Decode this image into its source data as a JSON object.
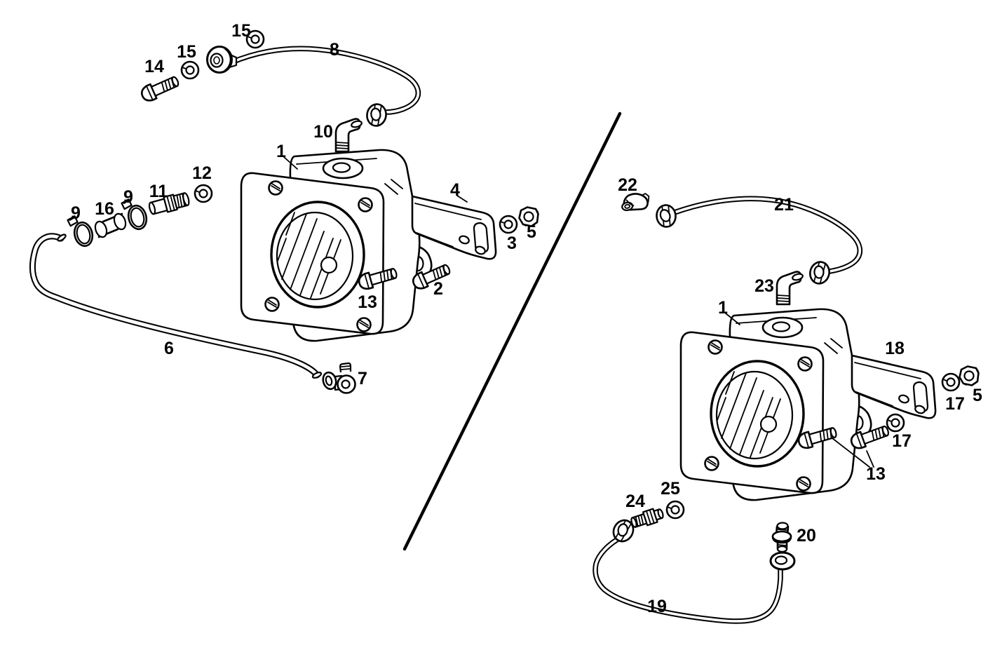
{
  "diagram": {
    "kind": "exploded-parts-diagram",
    "subject": "pump assembly with connecting pipes, fittings, washers and bolts",
    "background_color": "#ffffff",
    "line_color": "#000000",
    "views": [
      "left-assembly",
      "right-assembly"
    ],
    "divider": "diagonal-line"
  },
  "callouts": [
    {
      "label": "15",
      "assembly": "left"
    },
    {
      "label": "15",
      "assembly": "left"
    },
    {
      "label": "14",
      "assembly": "left"
    },
    {
      "label": "8",
      "assembly": "left"
    },
    {
      "label": "10",
      "assembly": "left"
    },
    {
      "label": "1",
      "assembly": "left"
    },
    {
      "label": "12",
      "assembly": "left"
    },
    {
      "label": "11",
      "assembly": "left"
    },
    {
      "label": "9",
      "assembly": "left"
    },
    {
      "label": "16",
      "assembly": "left"
    },
    {
      "label": "9",
      "assembly": "left"
    },
    {
      "label": "4",
      "assembly": "left"
    },
    {
      "label": "3",
      "assembly": "left"
    },
    {
      "label": "5",
      "assembly": "left"
    },
    {
      "label": "2",
      "assembly": "left"
    },
    {
      "label": "13",
      "assembly": "left"
    },
    {
      "label": "6",
      "assembly": "left"
    },
    {
      "label": "7",
      "assembly": "left"
    },
    {
      "label": "22",
      "assembly": "right"
    },
    {
      "label": "21",
      "assembly": "right"
    },
    {
      "label": "23",
      "assembly": "right"
    },
    {
      "label": "1",
      "assembly": "right"
    },
    {
      "label": "18",
      "assembly": "right"
    },
    {
      "label": "17",
      "assembly": "right"
    },
    {
      "label": "5",
      "assembly": "right"
    },
    {
      "label": "17",
      "assembly": "right"
    },
    {
      "label": "13",
      "assembly": "right"
    },
    {
      "label": "24",
      "assembly": "right"
    },
    {
      "label": "25",
      "assembly": "right"
    },
    {
      "label": "20",
      "assembly": "right"
    },
    {
      "label": "19",
      "assembly": "right"
    }
  ]
}
